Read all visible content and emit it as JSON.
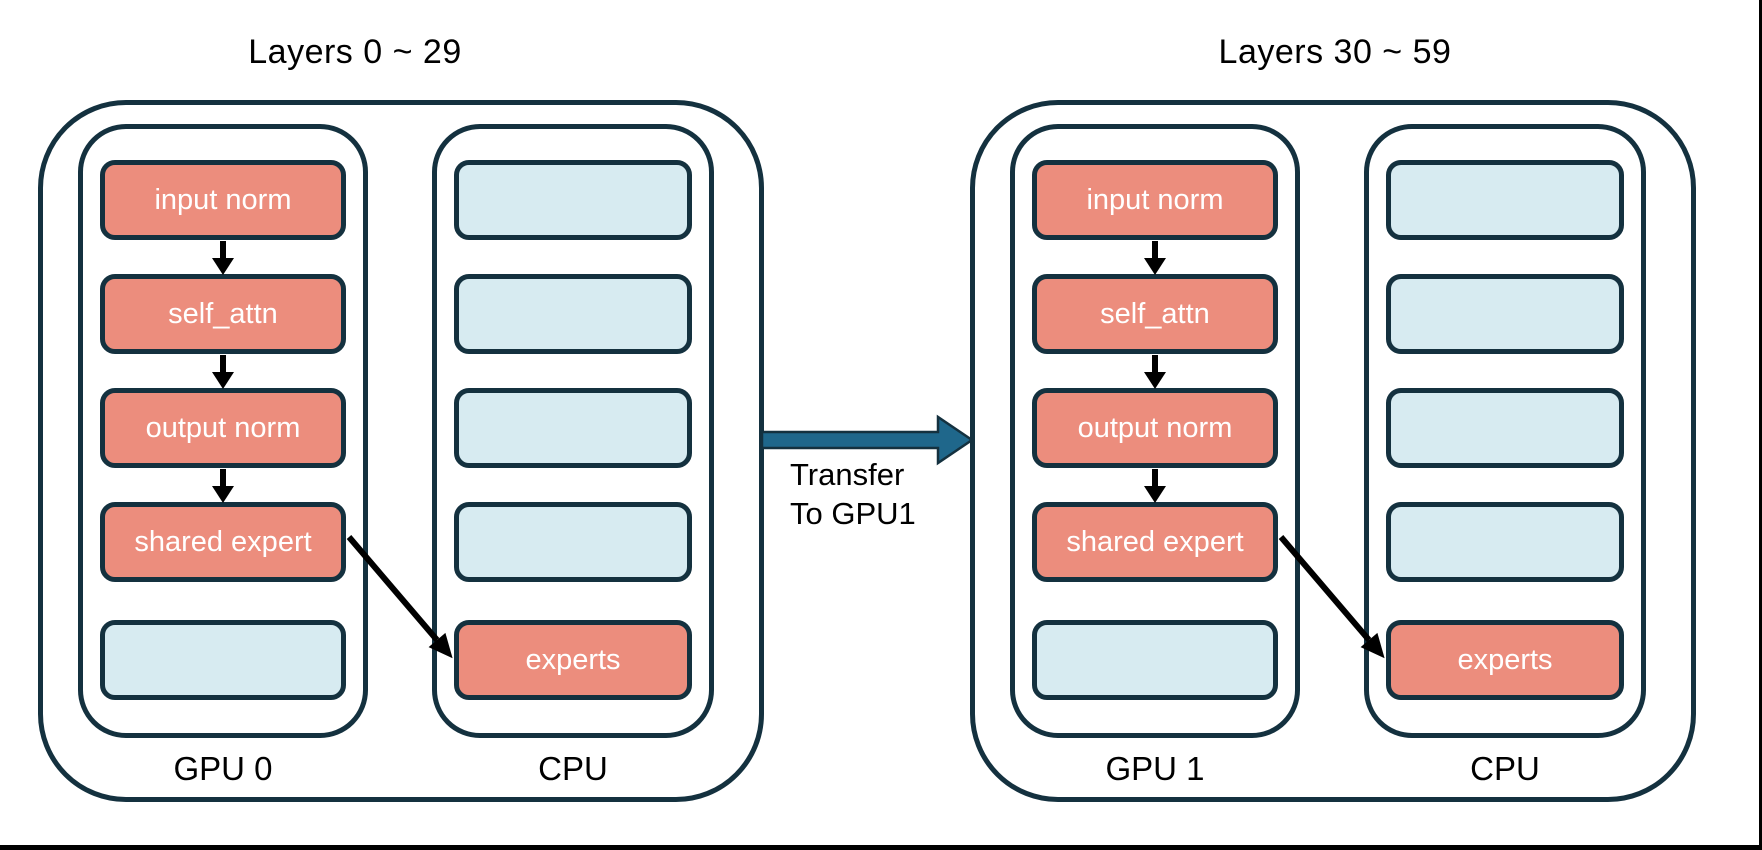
{
  "colors": {
    "outline": "#14313F",
    "salmon_box": "#EC8D7D",
    "light_blue_box": "#D7EBF1",
    "transfer_arrow_fill": "#1F678B",
    "flow_arrow": "#000000",
    "text_on_box": "#ffffff",
    "text": "#000000",
    "background": "#ffffff"
  },
  "groups": [
    {
      "title": "Layers 0 ~ 29",
      "gpu": {
        "label": "GPU 0",
        "boxes": [
          {
            "label": "input norm",
            "type": "salmon"
          },
          {
            "label": "self_attn",
            "type": "salmon"
          },
          {
            "label": "output norm",
            "type": "salmon"
          },
          {
            "label": "shared expert",
            "type": "salmon"
          },
          {
            "label": "",
            "type": "blue"
          }
        ]
      },
      "cpu": {
        "label": "CPU",
        "boxes": [
          {
            "label": "",
            "type": "blue"
          },
          {
            "label": "",
            "type": "blue"
          },
          {
            "label": "",
            "type": "blue"
          },
          {
            "label": "",
            "type": "blue"
          },
          {
            "label": "experts",
            "type": "salmon"
          }
        ]
      }
    },
    {
      "title": "Layers 30 ~ 59",
      "gpu": {
        "label": "GPU 1",
        "boxes": [
          {
            "label": "input norm",
            "type": "salmon"
          },
          {
            "label": "self_attn",
            "type": "salmon"
          },
          {
            "label": "output norm",
            "type": "salmon"
          },
          {
            "label": "shared expert",
            "type": "salmon"
          },
          {
            "label": "",
            "type": "blue"
          }
        ]
      },
      "cpu": {
        "label": "CPU",
        "boxes": [
          {
            "label": "",
            "type": "blue"
          },
          {
            "label": "",
            "type": "blue"
          },
          {
            "label": "",
            "type": "blue"
          },
          {
            "label": "",
            "type": "blue"
          },
          {
            "label": "experts",
            "type": "salmon"
          }
        ]
      }
    }
  ],
  "transfer": {
    "line1": "Transfer",
    "line2": "To GPU1"
  }
}
